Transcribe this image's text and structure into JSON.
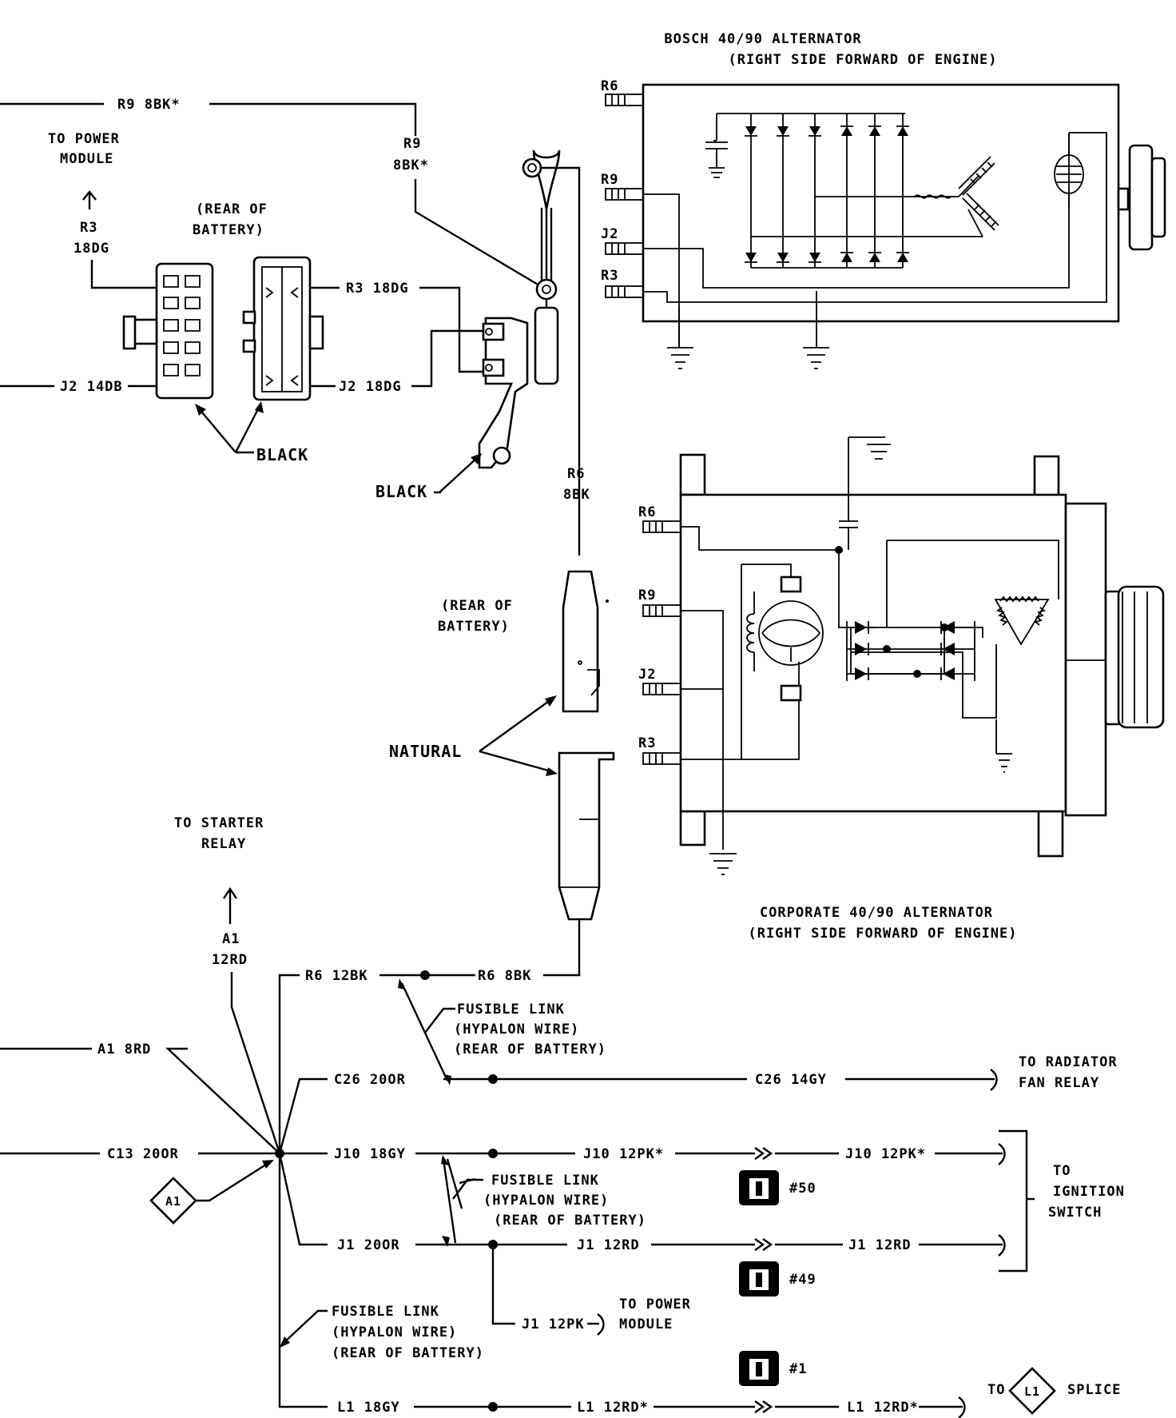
{
  "bosch": {
    "title": "BOSCH 40/90 ALTERNATOR",
    "subtitle": "(RIGHT SIDE FORWARD OF ENGINE)",
    "terminals": [
      "R6",
      "R9",
      "J2",
      "R3"
    ]
  },
  "corporate": {
    "title": "CORPORATE 40/90 ALTERNATOR",
    "subtitle": "(RIGHT SIDE FORWARD OF ENGINE)",
    "terminals": [
      "R6",
      "R9",
      "J2",
      "R3"
    ]
  },
  "power_module": {
    "line1": "TO POWER",
    "line2": "MODULE"
  },
  "battery_rear_1": {
    "line1": "(REAR OF",
    "line2": "BATTERY)"
  },
  "battery_rear_2": {
    "line1": "(REAR OF",
    "line2": "BATTERY)"
  },
  "connector_color_1": "BLACK",
  "connector_color_2": "BLACK",
  "connector_color_3": "NATURAL",
  "starter_relay": {
    "line1": "TO STARTER",
    "line2": "RELAY"
  },
  "wires": {
    "r9_top": "R9 8BK*",
    "r9_vertical_1": "R9",
    "r9_vertical_2": "8BK*",
    "r3_left_1": "R3",
    "r3_left_2": "18DG",
    "r3_right": "R3 18DG",
    "j2_left": "J2 14DB",
    "j2_right": "J2 18DG",
    "r6_vertical_1": "R6",
    "r6_vertical_2": "8BK",
    "a1_vertical_1": "A1",
    "a1_vertical_2": "12RD",
    "r6_12bk": "R6 12BK",
    "r6_8bk": "R6 8BK",
    "a1_8rd": "A1 8RD",
    "c26_20or": "C26 20OR",
    "c26_14gy": "C26 14GY",
    "c13_20or": "C13 20OR",
    "j10_18gy": "J10 18GY",
    "j10_12pk_a": "J10 12PK*",
    "j10_12pk_b": "J10 12PK*",
    "j1_20or": "J1 20OR",
    "j1_12rd_a": "J1 12RD",
    "j1_12rd_b": "J1 12RD",
    "j1_12pk": "J1 12PK",
    "l1_18gy": "L1 18GY",
    "l1_12rd_a": "L1 12RD*",
    "l1_12rd_b": "L1 12RD*"
  },
  "fusible_link_1": {
    "line1": "FUSIBLE LINK",
    "line2": "(HYPALON WIRE)",
    "line3": "(REAR OF BATTERY)"
  },
  "fusible_link_2": {
    "line1": "FUSIBLE LINK",
    "line2": "(HYPALON WIRE)",
    "line3": "(REAR OF BATTERY)"
  },
  "fusible_link_3": {
    "line1": "FUSIBLE LINK",
    "line2": "(HYPALON WIRE)",
    "line3": "(REAR OF BATTERY)"
  },
  "radiator_fan": {
    "line1": "TO RADIATOR",
    "line2": "FAN RELAY"
  },
  "ignition": {
    "line1": "TO",
    "line2": "IGNITION",
    "line3": "SWITCH"
  },
  "power_module_2": {
    "line1": "TO POWER",
    "line2": "MODULE"
  },
  "splice": {
    "prefix": "TO",
    "id": "L1",
    "suffix": "SPLICE"
  },
  "splice_a1": "A1",
  "connectors": [
    "#50",
    "#49",
    "#1"
  ]
}
